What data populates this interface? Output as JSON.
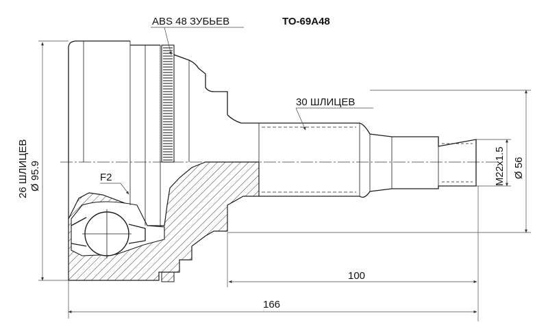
{
  "part_number": "TO-69A48",
  "labels": {
    "abs_teeth": "ABS 48 ЗУБЬЕВ",
    "shaft_splines": "30 ШЛИЦЕВ",
    "outer_splines": "26 ШЛИЦЕВ",
    "outer_diameter": "Ø 95.9",
    "thread": "M22x1.5",
    "shaft_diameter": "Ø 56",
    "length_shaft": "100",
    "length_total": "166",
    "marker_f2": "F2"
  }
}
